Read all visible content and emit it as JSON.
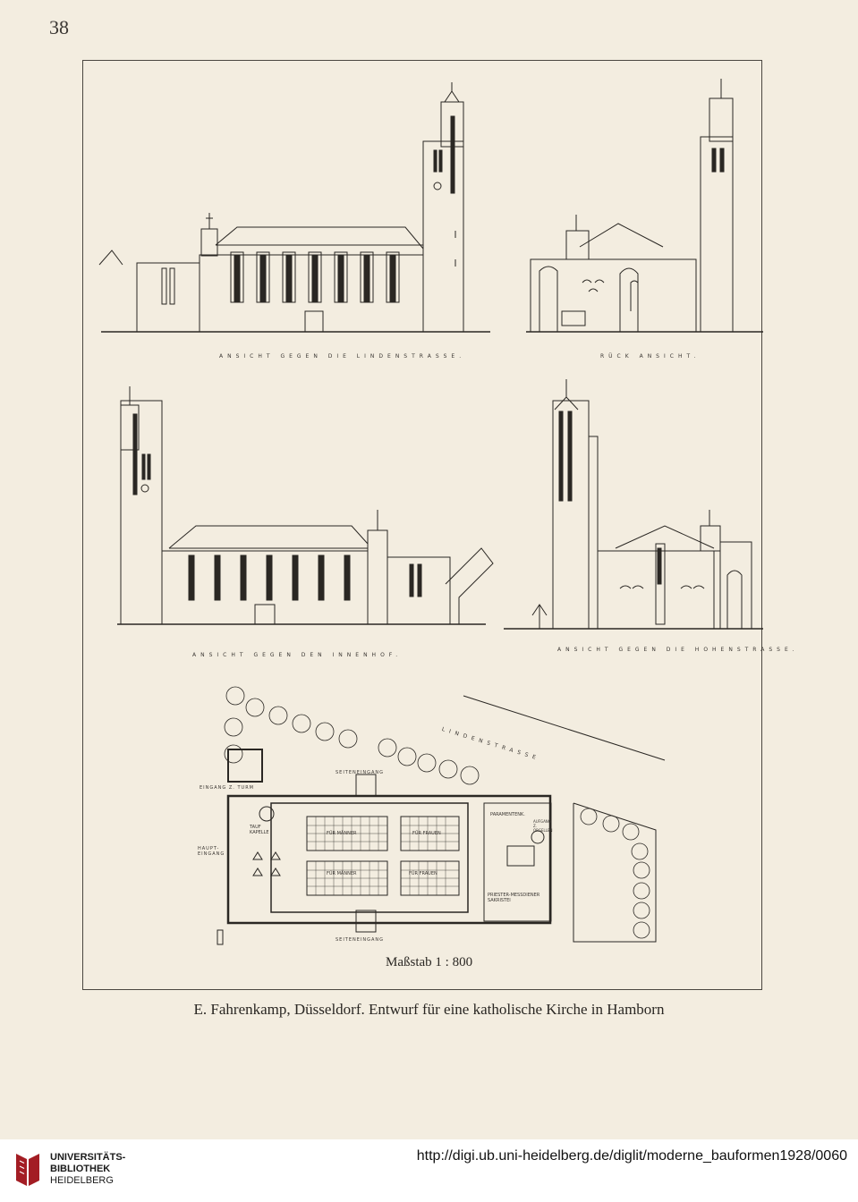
{
  "page": {
    "number": "38",
    "caption": "E. Fahrenkamp, Düsseldorf. Entwurf für eine katholische Kirche in Hamborn",
    "scale": "Maßstab 1 : 800"
  },
  "drawings": {
    "elevation_1_label": "ANSICHT GEGEN DIE LINDENSTRASSE.",
    "elevation_2_label": "RÜCK ANSICHT.",
    "elevation_3_label": "ANSICHT GEGEN DEN INNENHOF.",
    "elevation_4_label": "ANSICHT GEGEN DIE HOHENSTRASSE.",
    "plan_street": "LINDENSTRASSE",
    "plan_side_entrance_top": "SEITENEINGANG",
    "plan_side_entrance_bottom": "SEITENEINGANG",
    "plan_main_entrance": "HAUPT-EINGANG",
    "plan_tower_entrance": "EINGANG Z. TURM",
    "plan_baptism_chapel": "TAUF KAPELLE",
    "plan_men_1": "FÜR MÄNNER",
    "plan_men_2": "FÜR FRAUEN",
    "plan_women_1": "FÜR MÄNNER",
    "plan_women_2": "FÜR FRAUEN",
    "plan_paramentenk": "PARAMENTENK.",
    "plan_sacristy": "PRIESTER-MESSDIENER SAKRISTEI",
    "plan_choir_stair": "AUFGANG Z. ORGELLEN"
  },
  "footer": {
    "logo_line1": "UNIVERSITÄTS-",
    "logo_line2": "BIBLIOTHEK",
    "logo_line3": "HEIDELBERG",
    "url": "http://digi.ub.uni-heidelberg.de/diglit/moderne_bauformen1928/0060"
  },
  "colors": {
    "paper": "#f3ede0",
    "ink": "#2a2723",
    "logo_red": "#a31d24"
  }
}
